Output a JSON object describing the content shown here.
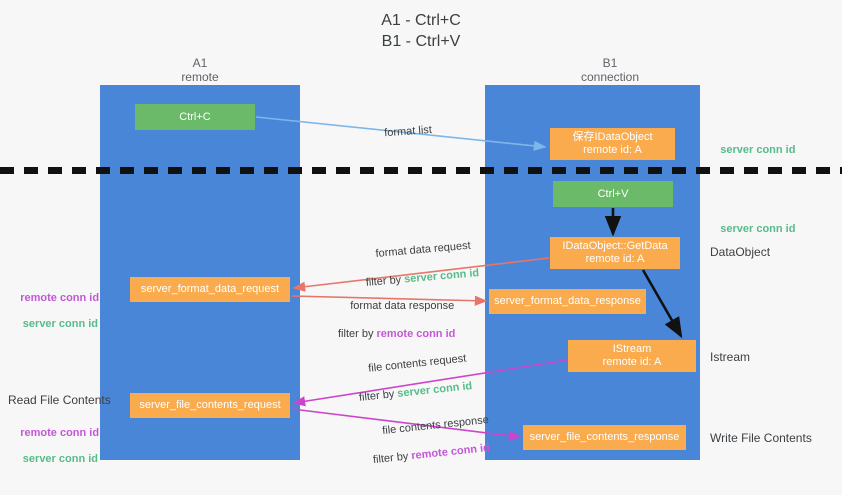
{
  "title": "A1 - Ctrl+C\nB1 - Ctrl+V",
  "columns": {
    "left": "A1\nremote",
    "right": "B1\nconnection"
  },
  "boxes": {
    "ctrl_c": "Ctrl+C",
    "ctrl_v": "Ctrl+V",
    "idataobject_line1": "保存IDataObject",
    "idataobject_line2": "remote id: A",
    "getdata_line1": "IDataObject::GetData",
    "getdata_line2": "remote id: A",
    "istream_line1": "IStream",
    "istream_line2": "remote id: A",
    "server_format_data_request": "server_format_data_request",
    "server_format_data_response": "server_format_data_response",
    "server_file_contents_request": "server_file_contents_request",
    "server_file_contents_response": "server_file_contents_response"
  },
  "side_labels": {
    "dataobject": "DataObject",
    "istream": "Istream",
    "write_file_contents": "Write File Contents",
    "read_file_contents": "Read File Contents"
  },
  "conn_ids": {
    "server": "server conn id",
    "remote": "remote conn id"
  },
  "arrow_labels": {
    "format_list": "format list",
    "format_data_request": "format data request",
    "format_data_request_filter_prefix": "filter by ",
    "format_data_response": "format data response",
    "format_data_response_filter_prefix": "filter by ",
    "file_contents_request": "file contents request",
    "file_contents_request_filter_prefix": "filter by ",
    "file_contents_response": "file contents response",
    "file_contents_response_filter_prefix": "filter by "
  },
  "colors": {
    "lane": "#4a86d8",
    "box_orange": "#f9ab4e",
    "box_green": "#6aba6a",
    "conn_green": "#57bb8a",
    "conn_purple": "#c457d8",
    "arrow_blue": "#7eb6e8",
    "arrow_red": "#e8756a",
    "arrow_magenta": "#cc44cc",
    "arrow_black": "#111111",
    "background": "#f7f7f7"
  }
}
